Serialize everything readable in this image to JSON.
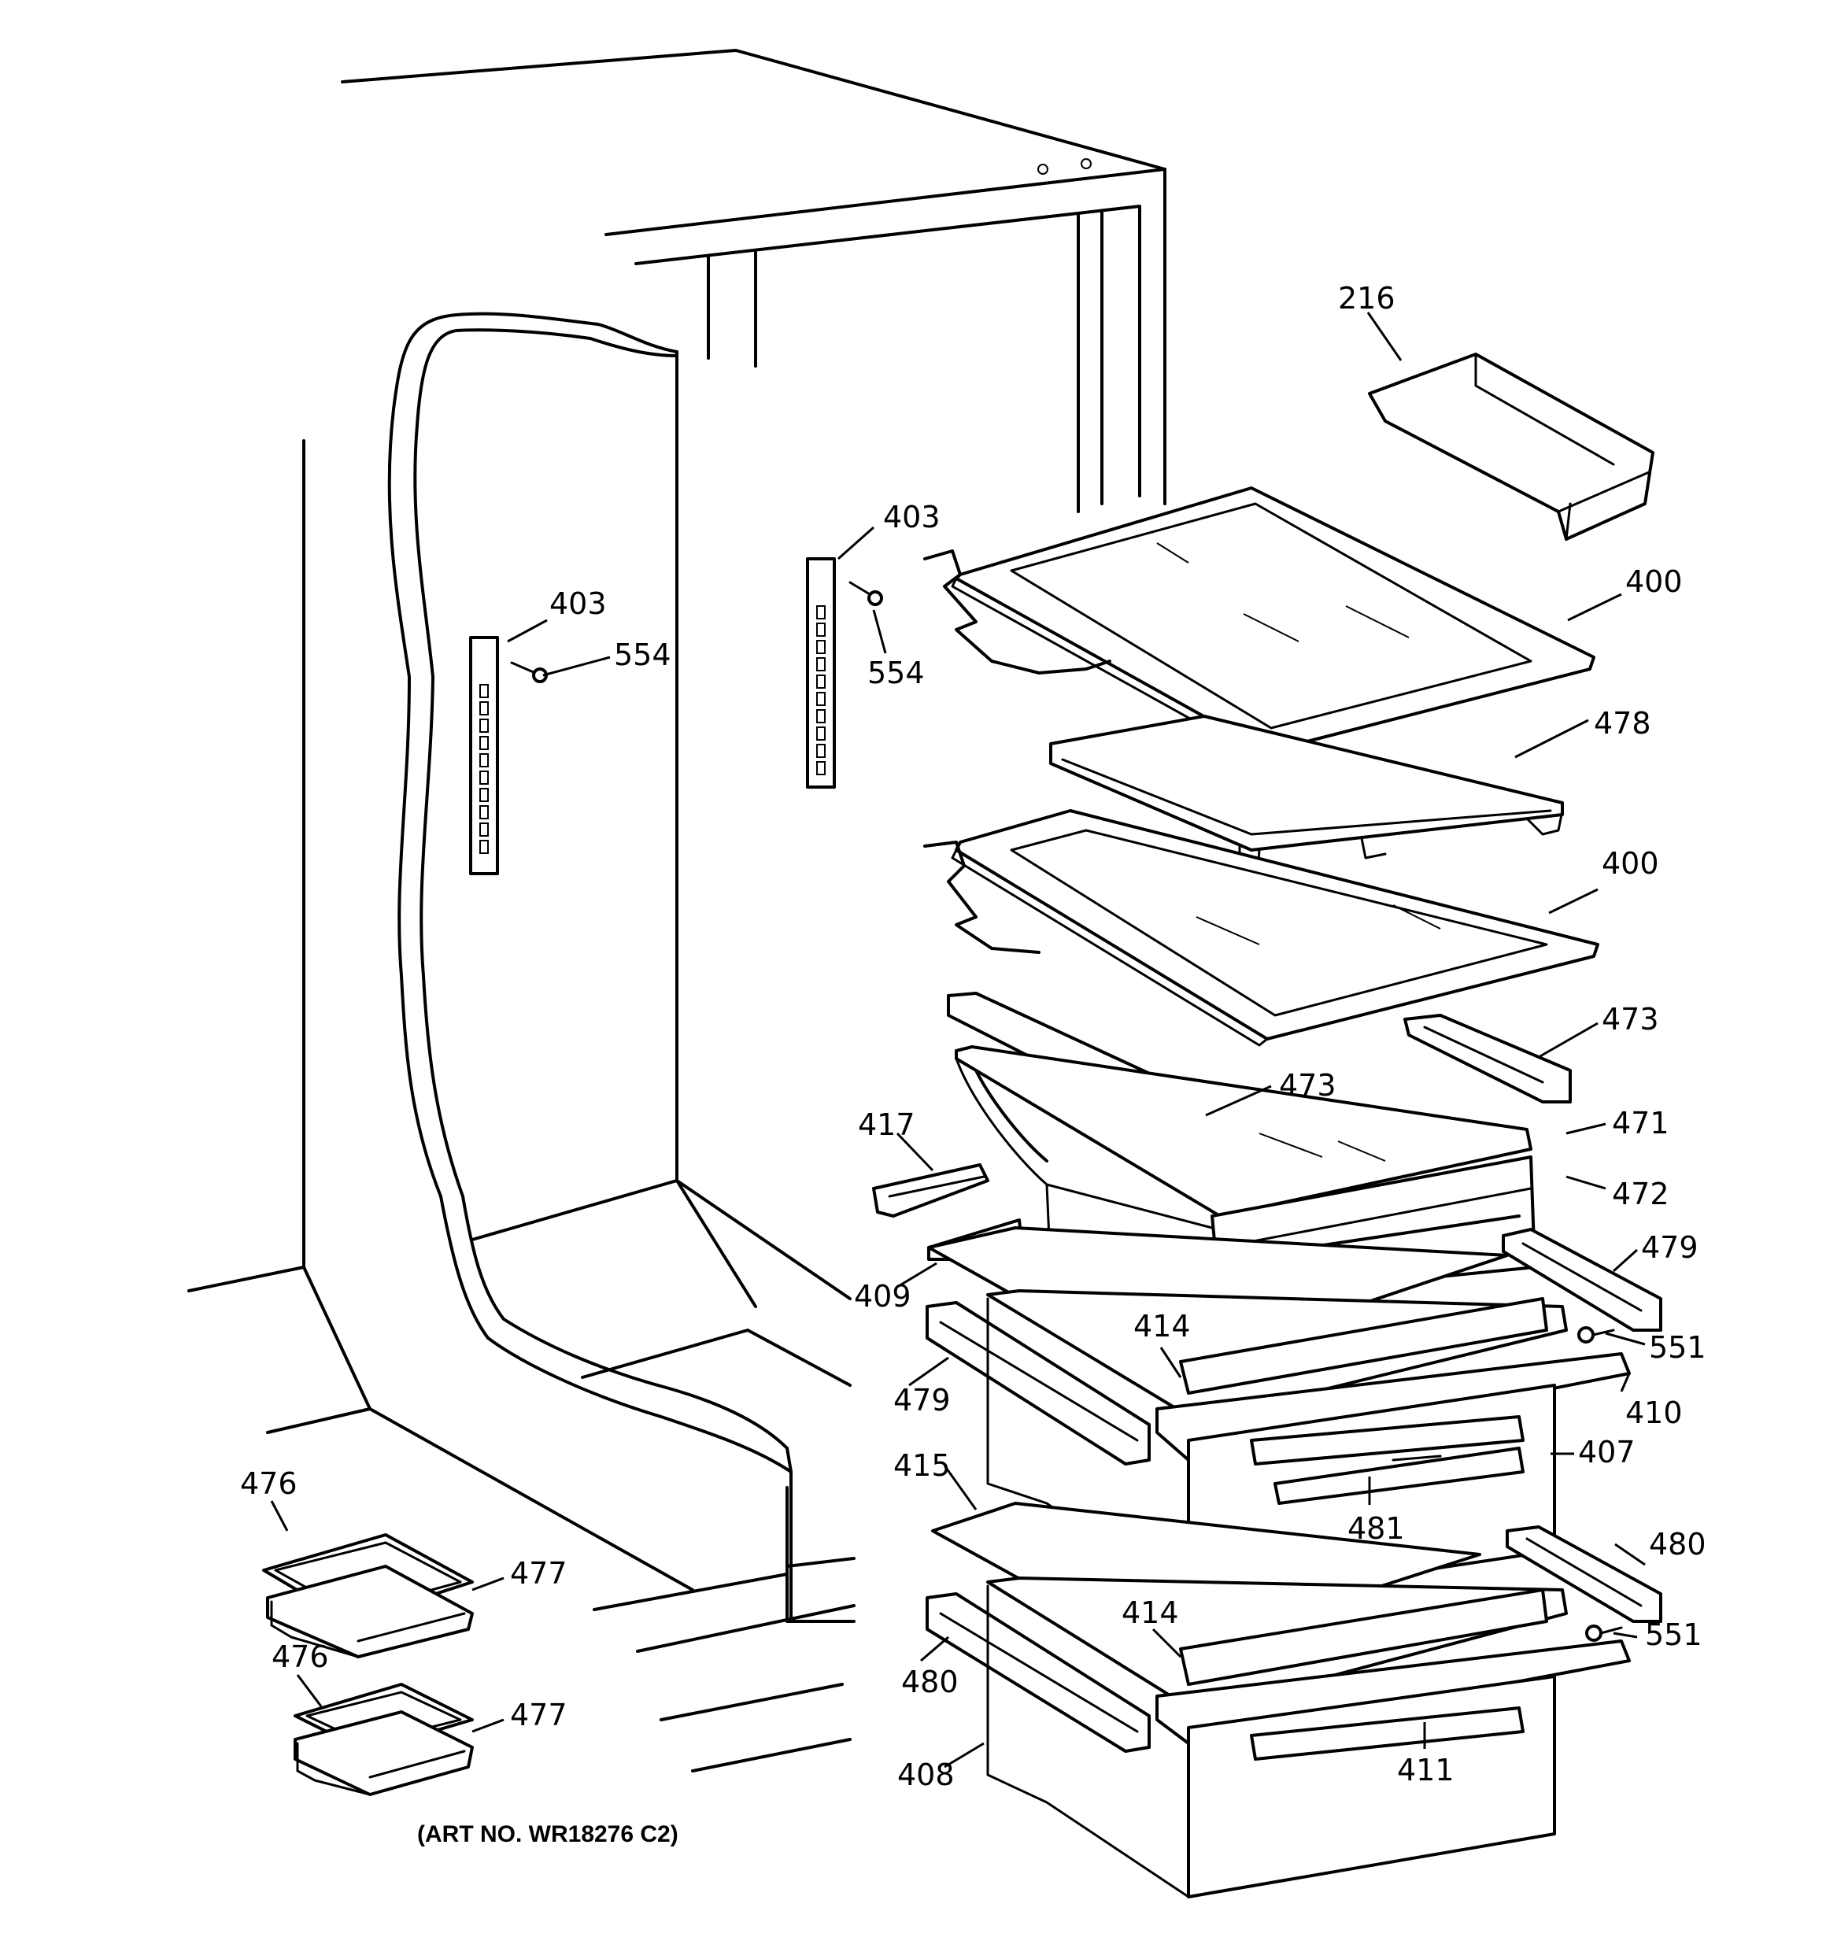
{
  "diagram": {
    "art_number": "(ART NO. WR18276 C2)",
    "callouts": [
      {
        "id": "c216",
        "text": "216"
      },
      {
        "id": "c400a",
        "text": "400"
      },
      {
        "id": "c478",
        "text": "478"
      },
      {
        "id": "c400b",
        "text": "400"
      },
      {
        "id": "c473a",
        "text": "473"
      },
      {
        "id": "c473b",
        "text": "473"
      },
      {
        "id": "c471",
        "text": "471"
      },
      {
        "id": "c472",
        "text": "472"
      },
      {
        "id": "c417",
        "text": "417"
      },
      {
        "id": "c409",
        "text": "409"
      },
      {
        "id": "c479a",
        "text": "479"
      },
      {
        "id": "c414a",
        "text": "414"
      },
      {
        "id": "c551a",
        "text": "551"
      },
      {
        "id": "c479b",
        "text": "479"
      },
      {
        "id": "c410",
        "text": "410"
      },
      {
        "id": "c407",
        "text": "407"
      },
      {
        "id": "c415",
        "text": "415"
      },
      {
        "id": "c481",
        "text": "481"
      },
      {
        "id": "c480a",
        "text": "480"
      },
      {
        "id": "c414b",
        "text": "414"
      },
      {
        "id": "c551b",
        "text": "551"
      },
      {
        "id": "c480b",
        "text": "480"
      },
      {
        "id": "c408",
        "text": "408"
      },
      {
        "id": "c411",
        "text": "411"
      },
      {
        "id": "c403a",
        "text": "403"
      },
      {
        "id": "c554a",
        "text": "554"
      },
      {
        "id": "c403b",
        "text": "403"
      },
      {
        "id": "c554b",
        "text": "554"
      },
      {
        "id": "c476a",
        "text": "476"
      },
      {
        "id": "c477a",
        "text": "477"
      },
      {
        "id": "c476b",
        "text": "476"
      },
      {
        "id": "c477b",
        "text": "477"
      }
    ]
  }
}
